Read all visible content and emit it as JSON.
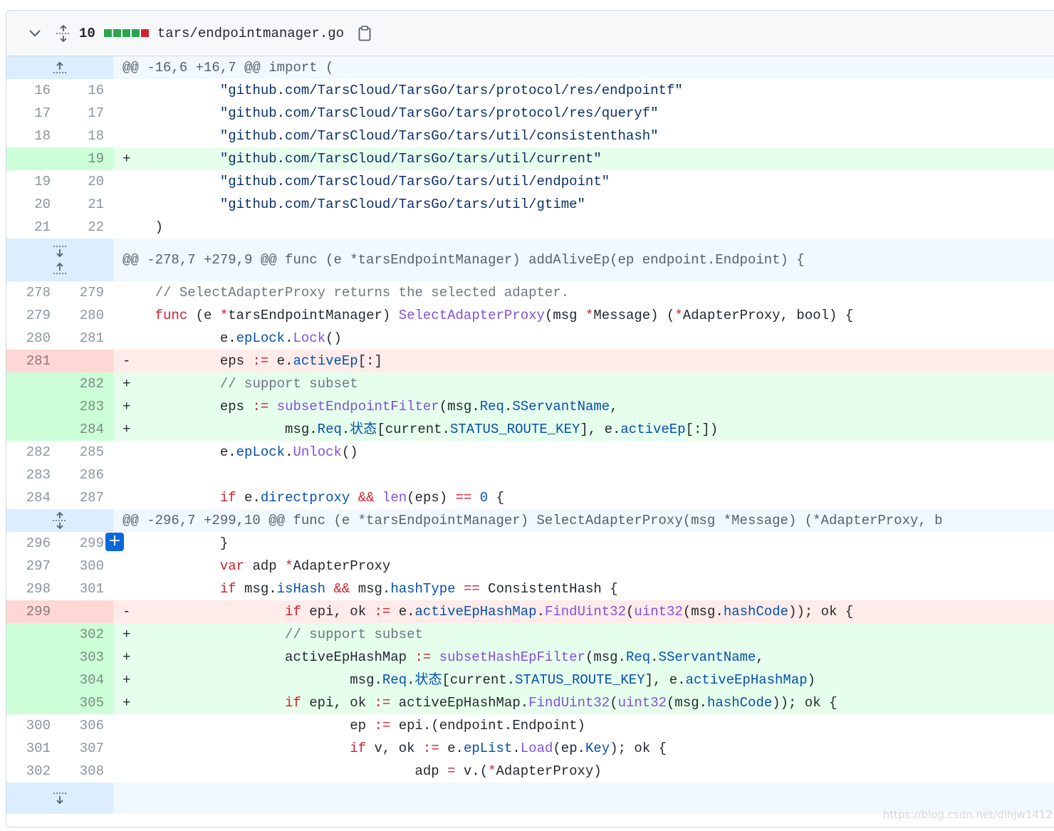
{
  "file": {
    "change_count": "10",
    "path": "tars/endpointmanager.go",
    "blocks": [
      "#2da44e",
      "#2da44e",
      "#2da44e",
      "#2da44e",
      "#cf222e"
    ]
  },
  "hunks": {
    "h1": "@@ -16,6 +16,7 @@ import (",
    "h2": "@@ -278,7 +279,9 @@ func (e *tarsEndpointManager) addAliveEp(ep endpoint.Endpoint) {",
    "h3": "@@ -296,7 +299,10 @@ func (e *tarsEndpointManager) SelectAdapterProxy(msg *Message) (*AdapterProxy, b"
  },
  "lines": [
    {
      "old": "16",
      "new": "16",
      "sign": " "
    },
    {
      "old": "17",
      "new": "17",
      "sign": " "
    },
    {
      "old": "18",
      "new": "18",
      "sign": " "
    },
    {
      "old": "",
      "new": "19",
      "sign": "+"
    },
    {
      "old": "19",
      "new": "20",
      "sign": " "
    },
    {
      "old": "20",
      "new": "21",
      "sign": " "
    },
    {
      "old": "21",
      "new": "22",
      "sign": " "
    },
    {
      "old": "278",
      "new": "279",
      "sign": " "
    },
    {
      "old": "279",
      "new": "280",
      "sign": " "
    },
    {
      "old": "280",
      "new": "281",
      "sign": " "
    },
    {
      "old": "281",
      "new": "",
      "sign": "-"
    },
    {
      "old": "",
      "new": "282",
      "sign": "+"
    },
    {
      "old": "",
      "new": "283",
      "sign": "+"
    },
    {
      "old": "",
      "new": "284",
      "sign": "+"
    },
    {
      "old": "282",
      "new": "285",
      "sign": " "
    },
    {
      "old": "283",
      "new": "286",
      "sign": " "
    },
    {
      "old": "284",
      "new": "287",
      "sign": " "
    },
    {
      "old": "296",
      "new": "299",
      "sign": " "
    },
    {
      "old": "297",
      "new": "300",
      "sign": " "
    },
    {
      "old": "298",
      "new": "301",
      "sign": " "
    },
    {
      "old": "299",
      "new": "",
      "sign": "-"
    },
    {
      "old": "",
      "new": "302",
      "sign": "+"
    },
    {
      "old": "",
      "new": "303",
      "sign": "+"
    },
    {
      "old": "",
      "new": "304",
      "sign": "+"
    },
    {
      "old": "",
      "new": "305",
      "sign": "+"
    },
    {
      "old": "300",
      "new": "306",
      "sign": " "
    },
    {
      "old": "301",
      "new": "307",
      "sign": " "
    },
    {
      "old": "302",
      "new": "308",
      "sign": " "
    }
  ],
  "code": {
    "c0": [
      "        \"github.com/TarsCloud/TarsGo/tars/protocol/res/endpointf\""
    ],
    "c1": [
      "        \"github.com/TarsCloud/TarsGo/tars/protocol/res/queryf\""
    ],
    "c2": [
      "        \"github.com/TarsCloud/TarsGo/tars/util/consistenthash\""
    ],
    "c3": [
      "        \"github.com/TarsCloud/TarsGo/tars/util/current\""
    ],
    "c4": [
      "        \"github.com/TarsCloud/TarsGo/tars/util/endpoint\""
    ],
    "c5": [
      "        \"github.com/TarsCloud/TarsGo/tars/util/gtime\""
    ],
    "c6": [
      ")"
    ],
    "c7": [
      "// SelectAdapterProxy returns the selected adapter."
    ],
    "c8": [
      "func",
      " (e ",
      "*",
      "tarsEndpointManager) ",
      "SelectAdapterProxy",
      "(msg ",
      "*",
      "Message) (",
      "*",
      "AdapterProxy, bool) {"
    ],
    "c9": [
      "        e.",
      "epLock",
      ".",
      "Lock",
      "()"
    ],
    "c10": [
      "        eps ",
      ":=",
      " e.",
      "activeEp",
      "[:]"
    ],
    "c11": [
      "        // support subset"
    ],
    "c12": [
      "        eps ",
      ":=",
      " ",
      "subsetEndpointFilter",
      "(msg.",
      "Req",
      ".",
      "SServantName",
      ","
    ],
    "c13": [
      "                msg.",
      "Req",
      ".",
      "状态",
      "[current.",
      "STATUS_ROUTE_KEY",
      "], e.",
      "activeEp",
      "[:])"
    ],
    "c14": [
      "        e.",
      "epLock",
      ".",
      "Unlock",
      "()"
    ],
    "c15": [
      ""
    ],
    "c16": [
      "        ",
      "if",
      " e.",
      "directproxy",
      " ",
      "&&",
      " ",
      "len",
      "(eps) ",
      "==",
      " ",
      "0",
      " {"
    ],
    "c17": [
      "        }"
    ],
    "c18": [
      "        ",
      "var",
      " adp ",
      "*",
      "AdapterProxy"
    ],
    "c19": [
      "        ",
      "if",
      " msg.",
      "isHash",
      " ",
      "&&",
      " msg.",
      "hashType",
      " ",
      "==",
      " ConsistentHash {"
    ],
    "c20": [
      "                ",
      "if",
      " epi, ok ",
      ":=",
      " e.",
      "activeEpHashMap",
      ".",
      "FindUint32",
      "(",
      "uint32",
      "(msg.",
      "hashCode",
      ")); ok {"
    ],
    "c21": [
      "                // support subset"
    ],
    "c22": [
      "                activeEpHashMap ",
      ":=",
      " ",
      "subsetHashEpFilter",
      "(msg.",
      "Req",
      ".",
      "SServantName",
      ","
    ],
    "c23": [
      "                        msg.",
      "Req",
      ".",
      "状态",
      "[current.",
      "STATUS_ROUTE_KEY",
      "], e.",
      "activeEpHashMap",
      ")"
    ],
    "c24": [
      "                ",
      "if",
      " epi, ok ",
      ":=",
      " activeEpHashMap.",
      "FindUint32",
      "(",
      "uint32",
      "(msg.",
      "hashCode",
      ")); ok {"
    ],
    "c25": [
      "                        ep ",
      ":=",
      " epi.(endpoint.Endpoint)"
    ],
    "c26": [
      "                        ",
      "if",
      " v, ok ",
      ":=",
      " e.",
      "epList",
      ".",
      "Load",
      "(ep.",
      "Key",
      "); ok {"
    ],
    "c27": [
      "                                adp ",
      "=",
      " v.(",
      "*",
      "AdapterProxy)"
    ]
  },
  "watermark": "https://blog.csdn.net/dlhjw1412"
}
